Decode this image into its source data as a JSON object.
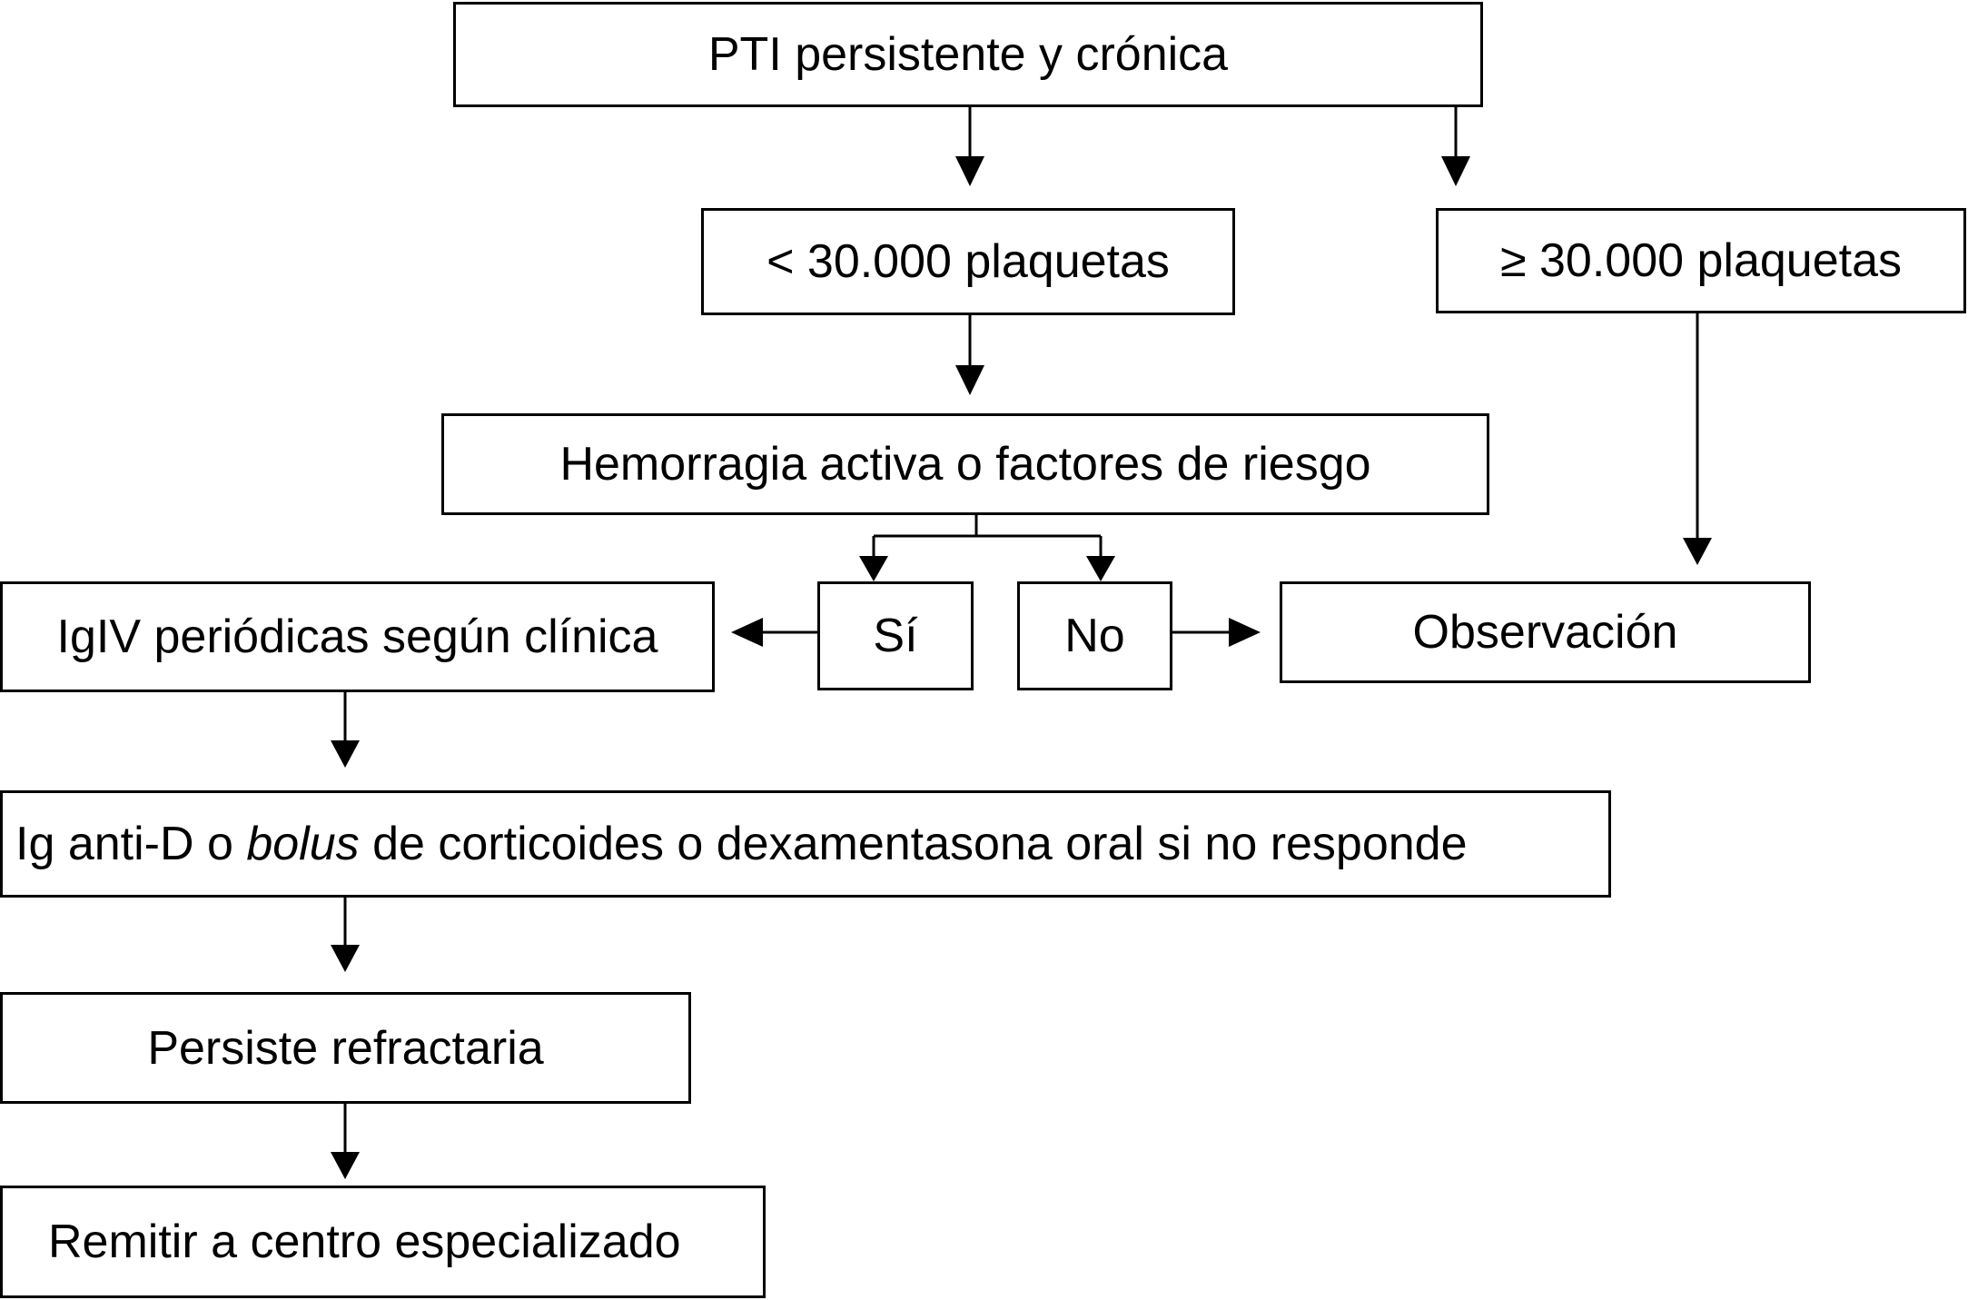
{
  "flowchart": {
    "start": "PTI persistente y crónica",
    "low_platelets": "< 30.000 plaquetas",
    "high_platelets": "≥ 30.000 plaquetas",
    "question": "Hemorragia activa o factores de riesgo",
    "yes": "Sí",
    "no": "No",
    "ivig": "IgIV periódicas según clínica",
    "observation": "Observación",
    "second_line": {
      "part1": "Ig anti-D o ",
      "italic": "bolus",
      "part2": " de corticoides o dexamentasona oral si no responde"
    },
    "refractory": "Persiste refractaria",
    "refer": "Remitir a centro especializado"
  },
  "colors": {
    "line": "#000000",
    "background": "#ffffff"
  }
}
